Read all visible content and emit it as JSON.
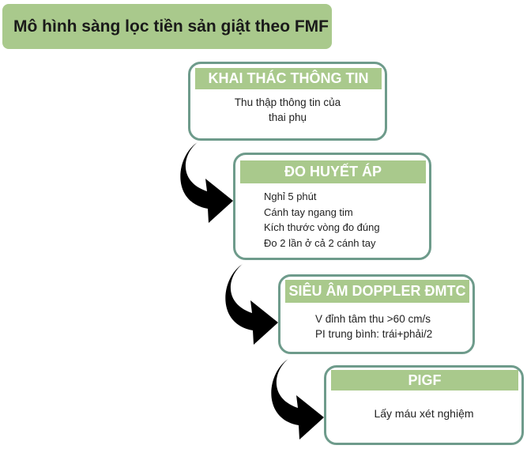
{
  "title": "Mô hình sàng lọc tiền sản giật  theo FMF",
  "steps": [
    {
      "header": "KHAI THÁC THÔNG TIN",
      "lines": [
        "Thu thập thông tin của",
        "thai phụ"
      ]
    },
    {
      "header": "ĐO HUYẾT ÁP",
      "lines": [
        "Nghỉ 5 phút",
        "Cánh tay ngang tim",
        "Kích thước vòng đo đúng",
        "Đo 2 lần ở cả 2 cánh tay"
      ]
    },
    {
      "header": "SIÊU ÂM DOPPLER ĐMTC",
      "lines": [
        "V đỉnh tâm thu >60 cm/s",
        "PI trung bình: trái+phải/2"
      ]
    },
    {
      "header": "PIGF",
      "lines": [
        "Lấy máu xét nghiệm"
      ]
    }
  ]
}
